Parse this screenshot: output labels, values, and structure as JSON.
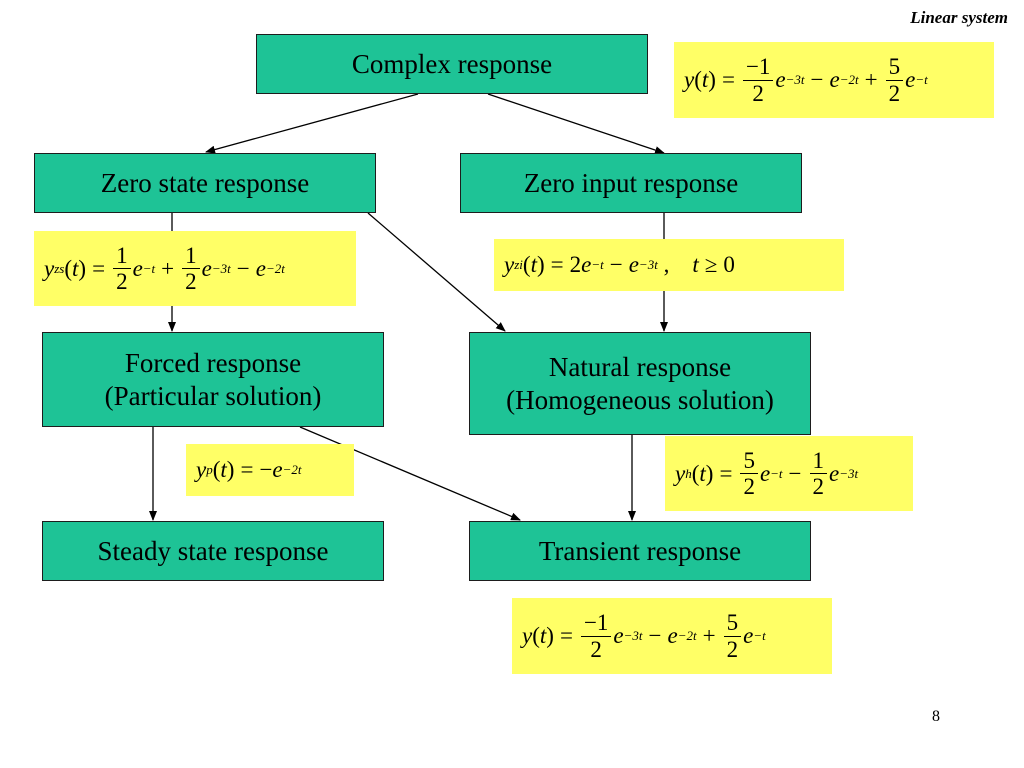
{
  "header": {
    "title": "Linear system"
  },
  "page_number": "8",
  "boxes": {
    "complex": "Complex response",
    "zero_state": "Zero state response",
    "zero_input": "Zero input response",
    "forced_line1": "Forced response",
    "forced_line2": "(Particular solution)",
    "natural_line1": "Natural response",
    "natural_line2": "(Homogeneous solution)",
    "steady": "Steady state response",
    "transient": "Transient response"
  },
  "formulas": {
    "complex_top": "y(t) = (−1/2)e^(−3t) − e^(−2t) + (5/2)e^(−t)",
    "zero_state": "y_zs(t) = (1/2)e^(−t) + (1/2)e^(−3t) − e^(−2t)",
    "zero_input": "y_zi(t) = 2e^(−t) − e^(−3t) ,  t ≥ 0",
    "particular": "y_p(t) = −e^(−2t)",
    "homogeneous": "y_h(t) = (5/2)e^(−t) − (1/2)e^(−3t)",
    "complex_bottom": "y(t) = (−1/2)e^(−3t) − e^(−2t) + (5/2)e^(−t)"
  }
}
